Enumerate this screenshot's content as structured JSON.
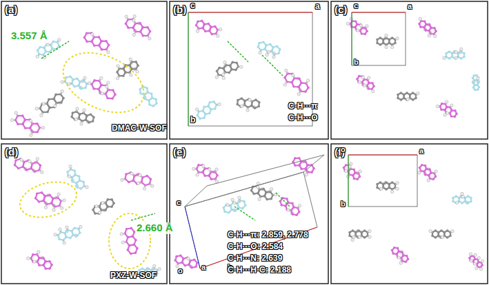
{
  "diagram": {
    "labels": [
      "(a)",
      "3.557 Å",
      "DMAC-W-SOF",
      "(b)",
      "c",
      "a",
      "b",
      "C-H···π",
      "C-H···O",
      "(c)",
      "c",
      "a",
      "b",
      "(d)",
      "2.660 Å",
      "PXZ-W-SOF",
      "(e)",
      "c",
      "o",
      "a",
      "b",
      "C-H···π: 2.859, 2.778",
      "C-H···O: 2.584",
      "C-H···N: 2.639",
      "C-H···H-C: 2.188",
      "(f)",
      "o",
      "a",
      "b"
    ]
  }
}
